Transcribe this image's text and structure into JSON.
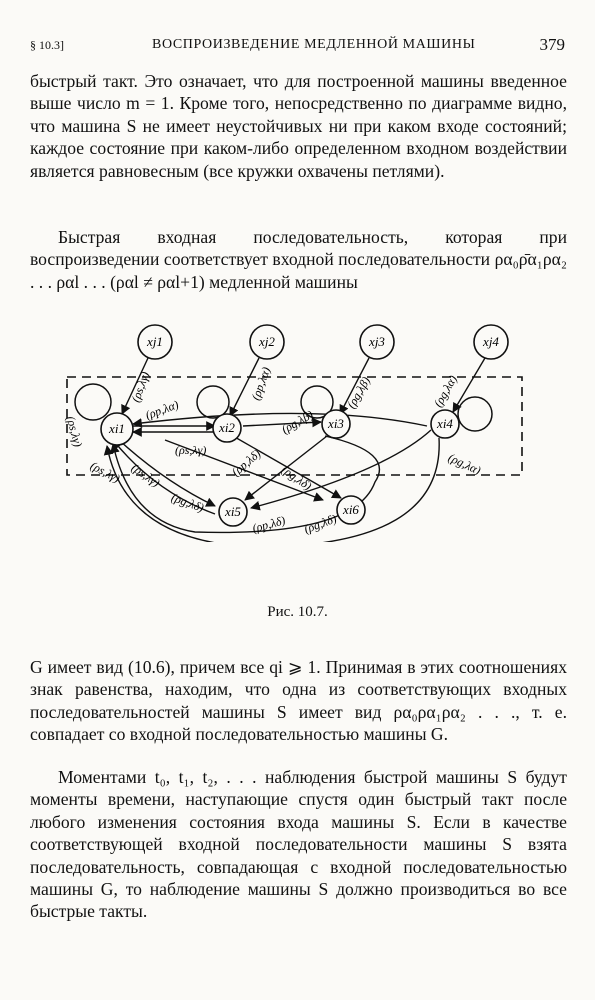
{
  "header": {
    "section": "§ 10.3]",
    "title": "ВОСПРОИЗВЕДЕНИЕ МЕДЛЕННОЙ МАШИНЫ",
    "page_number": "379"
  },
  "paragraph1": "быстрый такт. Это означает, что для построенной машины введенное выше число m = 1. Кроме того, непосредственно по диаграмме видно, что машина S не имеет неустойчивых ни при каком входе состояний; каждое состояние при каком-либо определенном входном воздействии является равновесным (все кружки охвачены петлями).",
  "paragraph2": "Быстрая входная последовательность, которая при воспроизведении соответствует входной последовательности ρα₀ρ̄α₁ρα₂ . . . ραl . . . (ραl ≠ ραl+1) медленной машины",
  "figure": {
    "inputs": [
      "xj1",
      "xj2",
      "xj3",
      "xj4"
    ],
    "states": [
      "xi1",
      "xi2",
      "xi3",
      "xi4",
      "xi5",
      "xi6"
    ],
    "edge_labels": [
      "(ρs,λγ)",
      "(ρs,λγ)",
      "(ρs,λγ)",
      "(ρs,λγ)",
      "(ρp,λα)",
      "(ρp,λα)",
      "(ρg,λβ)",
      "(ρg,λβ)",
      "(ρg,λα)",
      "(ρg,λα)",
      "(ρp,λδ)",
      "(ρp,λδ)",
      "(ρg,λδ)",
      "(ρg,λδ)",
      "(ρs,λγ)",
      "(ρg,λδ)"
    ]
  },
  "caption": "Рис. 10.7.",
  "paragraph3": "G имеет вид (10.6), причем все qi ⩾ 1. Принимая в этих соотношениях знак равенства, находим, что одна из соответствующих входных последовательностей машины S имеет вид ρα₀ρα₁ρα₂ . . ., т. е. совпадает со входной последовательностью машины G.",
  "paragraph4": "Моментами t₀, t₁, t₂, . . . наблюдения быстрой машины S будут моменты времени, наступающие спустя один быстрый такт после любого изменения состояния входа машины S. Если в качестве соответствующей входной последовательности машины S взята последовательность, совпадающая с входной последовательностью машины G, то наблюдение машины S должно производиться во все быстрые такты."
}
